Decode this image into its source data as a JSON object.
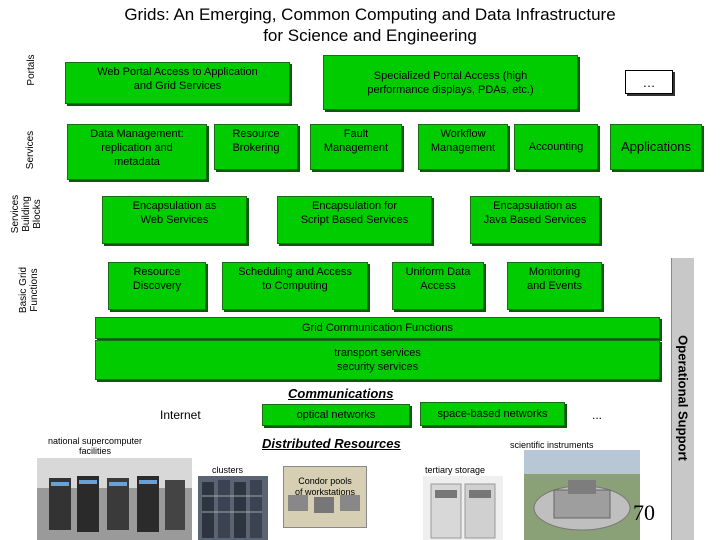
{
  "title_line1": "Grids: An Emerging, Common Computing and Data Infrastructure",
  "title_line2": "for Science and Engineering",
  "row_labels": {
    "portals": "Portals",
    "services": "Services",
    "building_blocks": [
      "Services",
      "Building",
      "Blocks"
    ],
    "basic_grid": [
      "Basic Grid",
      "Functions"
    ]
  },
  "portals": {
    "web": [
      "Web Portal Access to Application",
      "and Grid Services"
    ],
    "specialized": [
      "Specialized Portal Access (high",
      "performance displays, PDAs, etc.)"
    ],
    "more": "…"
  },
  "services": {
    "data_mgmt": [
      "Data Management:",
      "replication and",
      "metadata"
    ],
    "brokering": [
      "Resource",
      "Brokering"
    ],
    "fault": [
      "Fault",
      "Management"
    ],
    "workflow": [
      "Workflow",
      "Management"
    ],
    "accounting": "Accounting",
    "applications": "Applications"
  },
  "building_blocks": {
    "web": [
      "Encapsulation as",
      "Web Services"
    ],
    "script": [
      "Encapsulation for",
      "Script Based Services"
    ],
    "java": [
      "Encapsulation as",
      "Java Based Services"
    ]
  },
  "basic_grid": {
    "discovery": [
      "Resource",
      "Discovery"
    ],
    "scheduling": [
      "Scheduling and Access",
      "to Computing"
    ],
    "uniform": [
      "Uniform Data",
      "Access"
    ],
    "monitoring": [
      "Monitoring",
      "and Events"
    ],
    "comm_functions": "Grid Communication Functions",
    "transport": [
      "transport services",
      "security services"
    ]
  },
  "communications": {
    "title": "Communications",
    "internet": "Internet",
    "optical": "optical networks",
    "space": "space-based networks",
    "more": "..."
  },
  "resources": {
    "title": "Distributed Resources",
    "supercomputer": [
      "national supercomputer",
      "facilities"
    ],
    "clusters": "clusters",
    "condor": [
      "Condor pools",
      "of workstations"
    ],
    "tertiary": "tertiary storage",
    "instruments": "scientific instruments"
  },
  "operational_support": "Operational Support",
  "page_number": "70",
  "colors": {
    "box_green": "#00cc00",
    "support_gray": "#c8c8c8"
  }
}
